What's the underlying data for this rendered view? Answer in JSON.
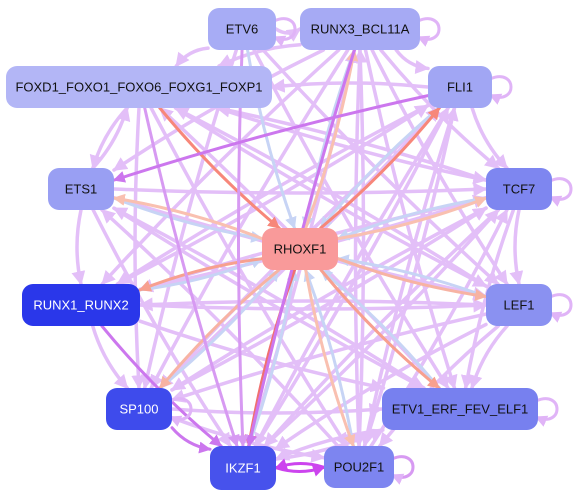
{
  "nodes": [
    {
      "id": "ETV6",
      "label": "ETV6",
      "fill": "#a7acf5",
      "text_color": "#111111"
    },
    {
      "id": "RUNX3_BCL11A",
      "label": "RUNX3_BCL11A",
      "fill": "#a6aaf4",
      "text_color": "#111111"
    },
    {
      "id": "FOXD1",
      "label": "FOXD1_FOXO1_FOXO6_FOXG1_FOXP1",
      "fill": "#b3b6f6",
      "text_color": "#111111"
    },
    {
      "id": "FLI1",
      "label": "FLI1",
      "fill": "#a1a6f4",
      "text_color": "#111111"
    },
    {
      "id": "ETS1",
      "label": "ETS1",
      "fill": "#999ff3",
      "text_color": "#111111"
    },
    {
      "id": "TCF7",
      "label": "TCF7",
      "fill": "#7e86f0",
      "text_color": "#111111"
    },
    {
      "id": "RHOXF1",
      "label": "RHOXF1",
      "fill": "#f99a9a",
      "text_color": "#111111"
    },
    {
      "id": "RUNX1_RUNX2",
      "label": "RUNX1_RUNX2",
      "fill": "#2a37ea",
      "text_color": "#ffffff"
    },
    {
      "id": "LEF1",
      "label": "LEF1",
      "fill": "#8a91f1",
      "text_color": "#111111"
    },
    {
      "id": "SP100",
      "label": "SP100",
      "fill": "#3e4bec",
      "text_color": "#ffffff"
    },
    {
      "id": "ETV1",
      "label": "ETV1_ERF_FEV_ELF1",
      "fill": "#7780ef",
      "text_color": "#111111"
    },
    {
      "id": "IKZF1",
      "label": "IKZF1",
      "fill": "#4752ec",
      "text_color": "#ffffff"
    },
    {
      "id": "POU2F1",
      "label": "POU2F1",
      "fill": "#7d85f0",
      "text_color": "#111111"
    }
  ],
  "edges": [
    {
      "from": "FOXD1",
      "to": "RHOXF1",
      "color": "#f7877a"
    },
    {
      "from": "RHOXF1",
      "to": "FLI1",
      "color": "#f7877a"
    },
    {
      "from": "RHOXF1",
      "to": "IKZF1",
      "color": "#f07070"
    },
    {
      "from": "RHOXF1",
      "to": "RUNX1_RUNX2",
      "color": "#f7a08f"
    },
    {
      "from": "RHOXF1",
      "to": "ETV1",
      "color": "#f7a08f"
    },
    {
      "from": "RHOXF1",
      "to": "LEF1",
      "color": "#f7b3a3"
    },
    {
      "from": "RHOXF1",
      "to": "SP100",
      "color": "#f7b3a3"
    },
    {
      "from": "RHOXF1",
      "to": "POU2F1",
      "color": "#f9c0b0"
    },
    {
      "from": "RHOXF1",
      "to": "ETS1",
      "color": "#f9c0b0"
    },
    {
      "from": "RHOXF1",
      "to": "TCF7",
      "color": "#f9c0b0"
    },
    {
      "from": "RHOXF1",
      "to": "RUNX3_BCL11A",
      "color": "#f9c0b0"
    },
    {
      "from": "ETV6",
      "to": "RHOXF1",
      "color": "#c7d4f5"
    },
    {
      "from": "RUNX3_BCL11A",
      "to": "RHOXF1",
      "color": "#c7d4f5"
    },
    {
      "from": "ETS1",
      "to": "RHOXF1",
      "color": "#c7d4f5"
    },
    {
      "from": "TCF7",
      "to": "RHOXF1",
      "color": "#c7d4f5"
    },
    {
      "from": "LEF1",
      "to": "RHOXF1",
      "color": "#c7d4f5"
    },
    {
      "from": "ETV1",
      "to": "RHOXF1",
      "color": "#c7d4f5"
    },
    {
      "from": "SP100",
      "to": "RHOXF1",
      "color": "#c7d4f5"
    },
    {
      "from": "POU2F1",
      "to": "RHOXF1",
      "color": "#c7d4f5"
    },
    {
      "from": "RUNX1_RUNX2",
      "to": "RHOXF1",
      "color": "#c7d4f5"
    },
    {
      "from": "IKZF1",
      "to": "RHOXF1",
      "color": "#c7d4f5"
    },
    {
      "from": "FLI1",
      "to": "RHOXF1",
      "color": "#c7d4f5"
    },
    {
      "from": "RUNX3_BCL11A",
      "to": "IKZF1",
      "color": "#cc77ee"
    },
    {
      "from": "RUNX3_BCL11A",
      "to": "FOXD1",
      "color": "#e3bff8"
    },
    {
      "from": "RUNX3_BCL11A",
      "to": "FLI1",
      "color": "#e3bff8"
    },
    {
      "from": "RUNX3_BCL11A",
      "to": "TCF7",
      "color": "#e3bff8"
    },
    {
      "from": "RUNX3_BCL11A",
      "to": "LEF1",
      "color": "#e3bff8"
    },
    {
      "from": "RUNX3_BCL11A",
      "to": "ETV1",
      "color": "#e3bff8"
    },
    {
      "from": "RUNX3_BCL11A",
      "to": "POU2F1",
      "color": "#e3bff8"
    },
    {
      "from": "RUNX3_BCL11A",
      "to": "SP100",
      "color": "#e3bff8"
    },
    {
      "from": "RUNX3_BCL11A",
      "to": "RUNX1_RUNX2",
      "color": "#e3bff8"
    },
    {
      "from": "RUNX3_BCL11A",
      "to": "ETS1",
      "color": "#e3bff8"
    },
    {
      "from": "ETV6",
      "to": "IKZF1",
      "color": "#d79af2"
    },
    {
      "from": "ETV6",
      "to": "SP100",
      "color": "#e3bff8"
    },
    {
      "from": "ETV6",
      "to": "ETV1",
      "color": "#e3bff8"
    },
    {
      "from": "ETV6",
      "to": "LEF1",
      "color": "#e3bff8"
    },
    {
      "from": "ETV6",
      "to": "FOXD1",
      "color": "#e3bff8"
    },
    {
      "from": "ETV6",
      "to": "RUNX3_BCL11A",
      "color": "#e3bff8"
    },
    {
      "from": "FOXD1",
      "to": "IKZF1",
      "color": "#d79af2"
    },
    {
      "from": "FOXD1",
      "to": "TCF7",
      "color": "#e3bff8"
    },
    {
      "from": "FOXD1",
      "to": "LEF1",
      "color": "#e3bff8"
    },
    {
      "from": "FOXD1",
      "to": "SP100",
      "color": "#e3bff8"
    },
    {
      "from": "FOXD1",
      "to": "ETS1",
      "color": "#e3bff8"
    },
    {
      "from": "FOXD1",
      "to": "POU2F1",
      "color": "#e3bff8"
    },
    {
      "from": "FLI1",
      "to": "ETS1",
      "color": "#cc77ee"
    },
    {
      "from": "FLI1",
      "to": "IKZF1",
      "color": "#e3bff8"
    },
    {
      "from": "FLI1",
      "to": "SP100",
      "color": "#e3bff8"
    },
    {
      "from": "FLI1",
      "to": "RUNX1_RUNX2",
      "color": "#e3bff8"
    },
    {
      "from": "FLI1",
      "to": "FOXD1",
      "color": "#e3bff8"
    },
    {
      "from": "FLI1",
      "to": "TCF7",
      "color": "#e3bff8"
    },
    {
      "from": "FLI1",
      "to": "POU2F1",
      "color": "#e3bff8"
    },
    {
      "from": "ETS1",
      "to": "TCF7",
      "color": "#e3bff8"
    },
    {
      "from": "ETS1",
      "to": "LEF1",
      "color": "#e3bff8"
    },
    {
      "from": "ETS1",
      "to": "ETV1",
      "color": "#e3bff8"
    },
    {
      "from": "ETS1",
      "to": "RUNX1_RUNX2",
      "color": "#e3bff8"
    },
    {
      "from": "ETS1",
      "to": "IKZF1",
      "color": "#e3bff8"
    },
    {
      "from": "ETS1",
      "to": "FOXD1",
      "color": "#e3bff8"
    },
    {
      "from": "TCF7",
      "to": "LEF1",
      "color": "#e3bff8"
    },
    {
      "from": "TCF7",
      "to": "RUNX1_RUNX2",
      "color": "#e3bff8"
    },
    {
      "from": "TCF7",
      "to": "SP100",
      "color": "#e3bff8"
    },
    {
      "from": "TCF7",
      "to": "IKZF1",
      "color": "#e3bff8"
    },
    {
      "from": "TCF7",
      "to": "FOXD1",
      "color": "#e3bff8"
    },
    {
      "from": "TCF7",
      "to": "ETV1",
      "color": "#e3bff8"
    },
    {
      "from": "RUNX1_RUNX2",
      "to": "IKZF1",
      "color": "#cc77ee"
    },
    {
      "from": "RUNX1_RUNX2",
      "to": "LEF1",
      "color": "#e3bff8"
    },
    {
      "from": "RUNX1_RUNX2",
      "to": "TCF7",
      "color": "#e3bff8"
    },
    {
      "from": "RUNX1_RUNX2",
      "to": "ETV1",
      "color": "#e3bff8"
    },
    {
      "from": "RUNX1_RUNX2",
      "to": "SP100",
      "color": "#e3bff8"
    },
    {
      "from": "RUNX1_RUNX2",
      "to": "FLI1",
      "color": "#e3bff8"
    },
    {
      "from": "LEF1",
      "to": "SP100",
      "color": "#e3bff8"
    },
    {
      "from": "LEF1",
      "to": "IKZF1",
      "color": "#e3bff8"
    },
    {
      "from": "LEF1",
      "to": "ETV1",
      "color": "#e3bff8"
    },
    {
      "from": "LEF1",
      "to": "RUNX1_RUNX2",
      "color": "#e3bff8"
    },
    {
      "from": "LEF1",
      "to": "FOXD1",
      "color": "#e3bff8"
    },
    {
      "from": "LEF1",
      "to": "POU2F1",
      "color": "#e3bff8"
    },
    {
      "from": "SP100",
      "to": "IKZF1",
      "color": "#cc77ee"
    },
    {
      "from": "SP100",
      "to": "ETV1",
      "color": "#e3bff8"
    },
    {
      "from": "SP100",
      "to": "POU2F1",
      "color": "#e3bff8"
    },
    {
      "from": "SP100",
      "to": "TCF7",
      "color": "#e3bff8"
    },
    {
      "from": "SP100",
      "to": "FLI1",
      "color": "#e3bff8"
    },
    {
      "from": "ETV1",
      "to": "IKZF1",
      "color": "#e3bff8"
    },
    {
      "from": "ETV1",
      "to": "FOXD1",
      "color": "#e3bff8"
    },
    {
      "from": "ETV1",
      "to": "ETS1",
      "color": "#e3bff8"
    },
    {
      "from": "IKZF1",
      "to": "POU2F1",
      "color": "#cc44ee"
    },
    {
      "from": "POU2F1",
      "to": "IKZF1",
      "color": "#cc44ee"
    },
    {
      "from": "IKZF1",
      "to": "ETV1",
      "color": "#e3bff8"
    },
    {
      "from": "IKZF1",
      "to": "FLI1",
      "color": "#e3bff8"
    },
    {
      "from": "IKZF1",
      "to": "TCF7",
      "color": "#e3bff8"
    },
    {
      "from": "IKZF1",
      "to": "RUNX3_BCL11A",
      "color": "#e3bff8"
    },
    {
      "from": "POU2F1",
      "to": "FLI1",
      "color": "#e3bff8"
    },
    {
      "from": "POU2F1",
      "to": "TCF7",
      "color": "#e3bff8"
    },
    {
      "from": "POU2F1",
      "to": "ETS1",
      "color": "#e3bff8"
    },
    {
      "from": "POU2F1",
      "to": "RUNX3_BCL11A",
      "color": "#e3bff8"
    }
  ],
  "self_loops": [
    "ETV6",
    "RUNX3_BCL11A",
    "FLI1",
    "TCF7",
    "LEF1",
    "ETV1",
    "POU2F1",
    "SP100"
  ]
}
